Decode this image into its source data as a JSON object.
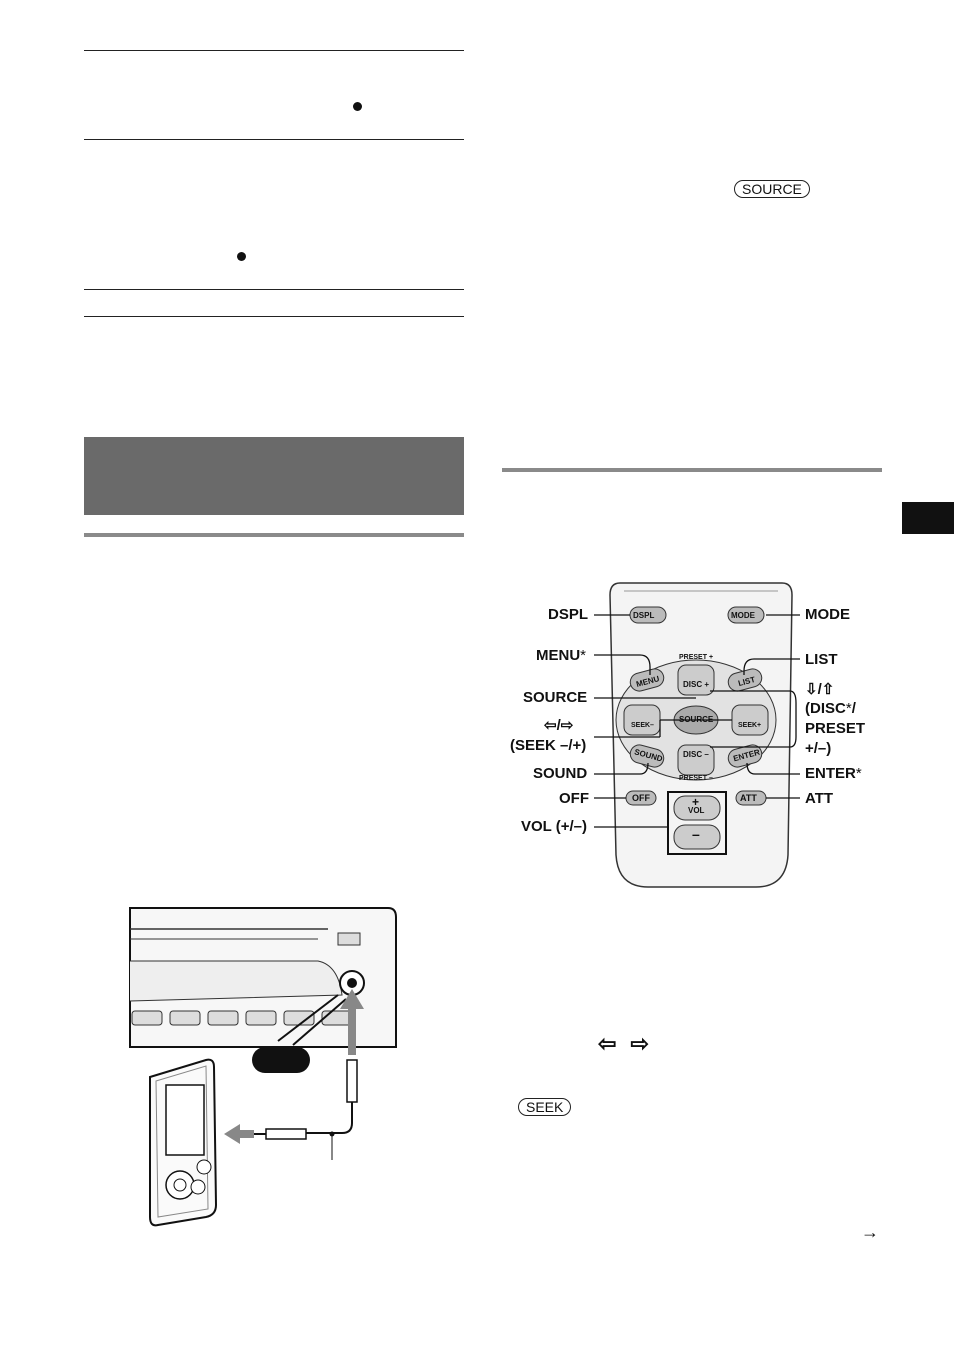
{
  "keys": {
    "source": "SOURCE",
    "seek": "SEEK"
  },
  "remote_labels": {
    "dspl": "DSPL",
    "menu": "MENU",
    "source": "SOURCE",
    "seek_arrows": "⇦/⇨",
    "seek": "(SEEK –/+)",
    "sound": "SOUND",
    "off": "OFF",
    "vol": "VOL (+/–)",
    "mode": "MODE",
    "list": "LIST",
    "disc_arrows": "⇩/⇧",
    "disc_line1": "(DISC",
    "disc_line1_tail": "/",
    "disc_line2": "PRESET",
    "disc_line3": "+/–)",
    "enter": "ENTER",
    "att": "ATT",
    "asterisk": "*"
  },
  "remote_buttons": {
    "dspl": "DSPL",
    "mode": "MODE",
    "menu": "MENU",
    "list": "LIST",
    "source": "SOURCE",
    "disc_plus": "DISC +",
    "disc_minus": "DISC –",
    "seek_minus": "SEEK–",
    "seek_plus": "SEEK+",
    "sound": "SOUND",
    "enter": "ENTER",
    "off": "OFF",
    "att": "ATT",
    "vol": "VOL",
    "preset_plus": "PRESET +",
    "preset_minus": "PRESET –",
    "plus": "+",
    "minus": "–"
  },
  "body_arrows": "⇦ ⇨",
  "continue_arrow": "→"
}
